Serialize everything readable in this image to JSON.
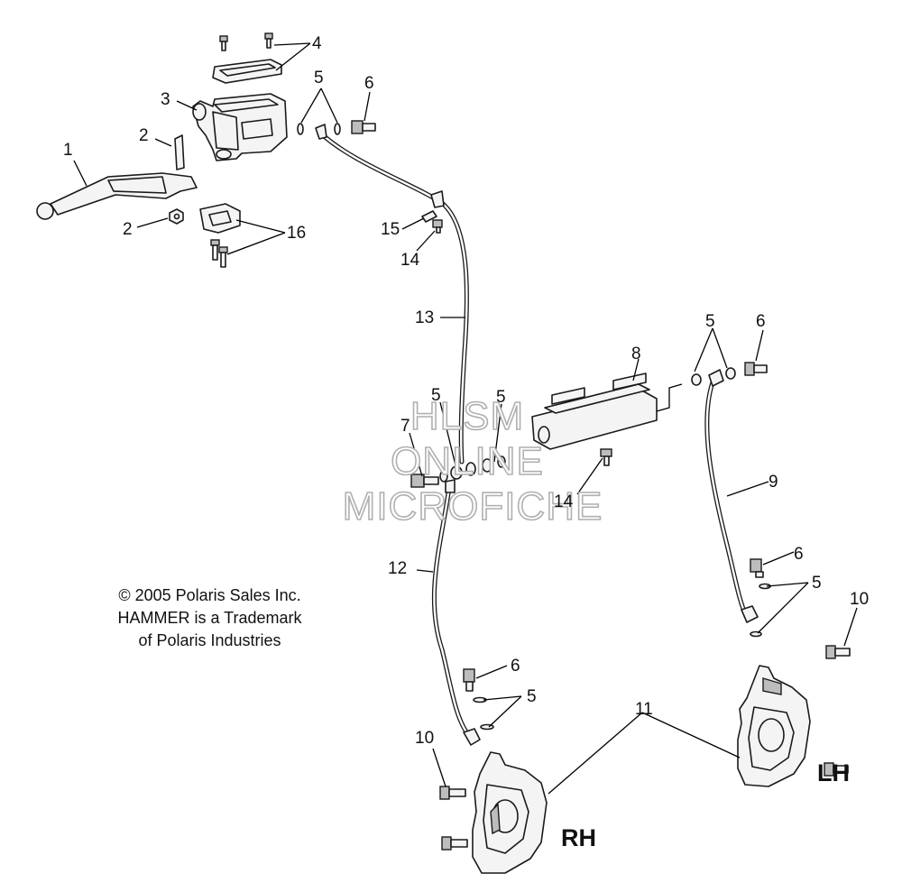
{
  "callouts": {
    "c1": "1",
    "c2a": "2",
    "c2b": "2",
    "c3": "3",
    "c4": "4",
    "c5a": "5",
    "c5b": "5",
    "c5c": "5",
    "c5d": "5",
    "c5e": "5",
    "c5f": "5",
    "c6a": "6",
    "c6b": "6",
    "c6c": "6",
    "c6d": "6",
    "c7": "7",
    "c8": "8",
    "c9": "9",
    "c10a": "10",
    "c10b": "10",
    "c11": "11",
    "c12": "12",
    "c13": "13",
    "c14a": "14",
    "c14b": "14",
    "c15": "15",
    "c16": "16"
  },
  "side_labels": {
    "right": "RH",
    "left": "LH"
  },
  "copyright": {
    "line1": "© 2005 Polaris Sales Inc.",
    "line2": "HAMMER is a Trademark",
    "line3": "of Polaris Industries"
  },
  "watermark": {
    "line1": "HLSM",
    "line2": "ONLINE",
    "line3": "MICROFICHE"
  }
}
